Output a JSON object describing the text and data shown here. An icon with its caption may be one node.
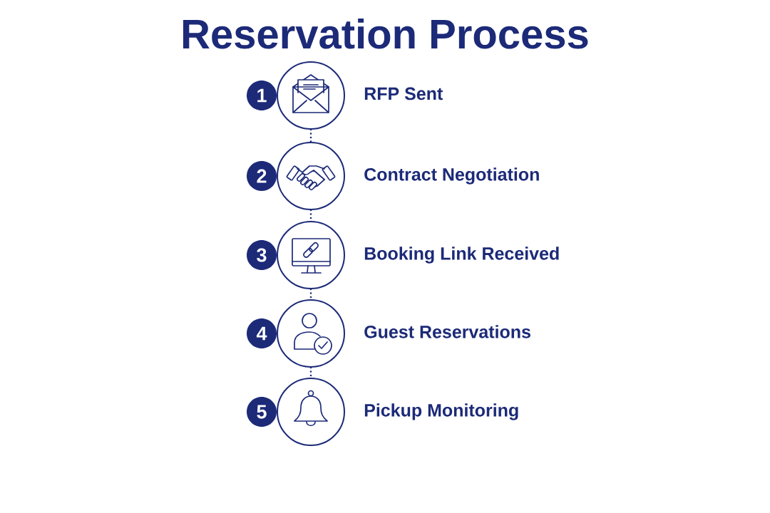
{
  "diagram": {
    "title": "Reservation Process",
    "nodes": [
      {
        "text": [
          "1"
        ]
      },
      {
        "text": [],
        "shape": "circle",
        "beside": [
          "RFP Sent"
        ]
      },
      {
        "text": [
          "2"
        ]
      },
      {
        "text": [],
        "shape": "circle",
        "beside": [
          "Contract Negotiation"
        ]
      },
      {
        "text": [
          "3"
        ]
      },
      {
        "text": [],
        "shape": "circle",
        "beside": [
          "Booking Link Received"
        ]
      },
      {
        "text": [
          "4"
        ]
      },
      {
        "text": [],
        "shape": "circle",
        "beside": [
          "Guest Reservations"
        ]
      },
      {
        "text": [
          "5"
        ]
      },
      {
        "text": [],
        "shape": "circle",
        "beside": [
          "Pickup Monitoring"
        ]
      }
    ],
    "edges": [
      {
        "from": 1,
        "to": 3,
        "arrow": "none",
        "style": "dashed"
      },
      {
        "from": 3,
        "to": 5,
        "arrow": "none",
        "style": "dashed"
      },
      {
        "from": 5,
        "to": 7,
        "arrow": "none",
        "style": "dashed"
      },
      {
        "from": 7,
        "to": 9,
        "arrow": "none",
        "style": "dashed"
      }
    ]
  }
}
